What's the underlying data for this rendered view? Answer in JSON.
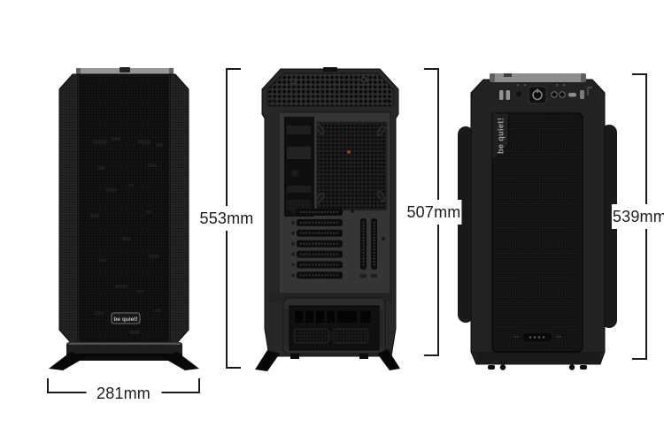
{
  "dimensions": {
    "height_total": {
      "label": "553mm"
    },
    "height_chassis": {
      "label": "507mm"
    },
    "depth": {
      "label": "539mm"
    },
    "width": {
      "label": "281mm"
    }
  },
  "branding": {
    "front_logo": "be quiet!",
    "top_logo": "be quiet!"
  },
  "colors": {
    "background": "#ffffff",
    "dimension_lines": "#1a1a1a",
    "case_body": "#1c1c1c",
    "case_panel": "#353535",
    "top_bar_gray": "#8e8e8e",
    "accent_dot": "#a0521c",
    "logo_text": "#b5b5b5"
  }
}
